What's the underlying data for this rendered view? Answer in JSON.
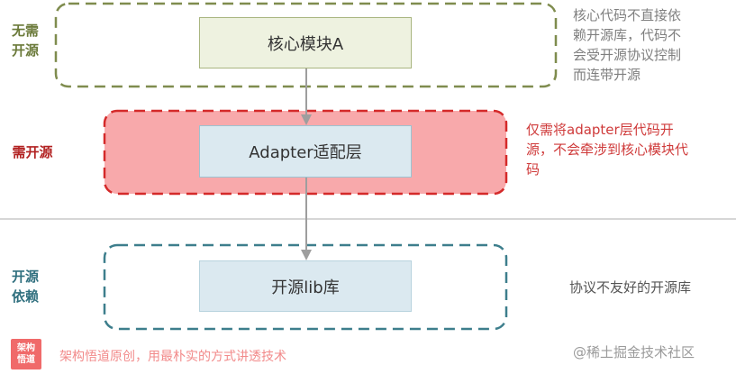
{
  "rows": {
    "no_open": {
      "label": "无需\n开源",
      "note": "核心代码不直接依\n赖开源库，代码不\n会受开源协议控制\n而连带开源"
    },
    "need_open": {
      "label": "需开源",
      "note": "仅需将adapter层代码开\n源，不会牵涉到核心模块代\n码"
    },
    "depend": {
      "label": "开源\n依赖",
      "note": "协议不友好的开源库"
    }
  },
  "boxes": {
    "core": "核心模块A",
    "adapter": "Adapter适配层",
    "lib": "开源lib库"
  },
  "footer": {
    "logo": "架构\n悟道",
    "slogan": "架构悟道原创，用最朴实的方式讲透技术",
    "watermark": "@稀土掘金技术社区"
  },
  "colors": {
    "green": "#7f8c4e",
    "red": "#c0392b",
    "teal": "#3d7e8c",
    "pink_fill": "#f8a9ab",
    "core_fill": "#eef2e0",
    "box_fill": "#dbe9f0"
  }
}
